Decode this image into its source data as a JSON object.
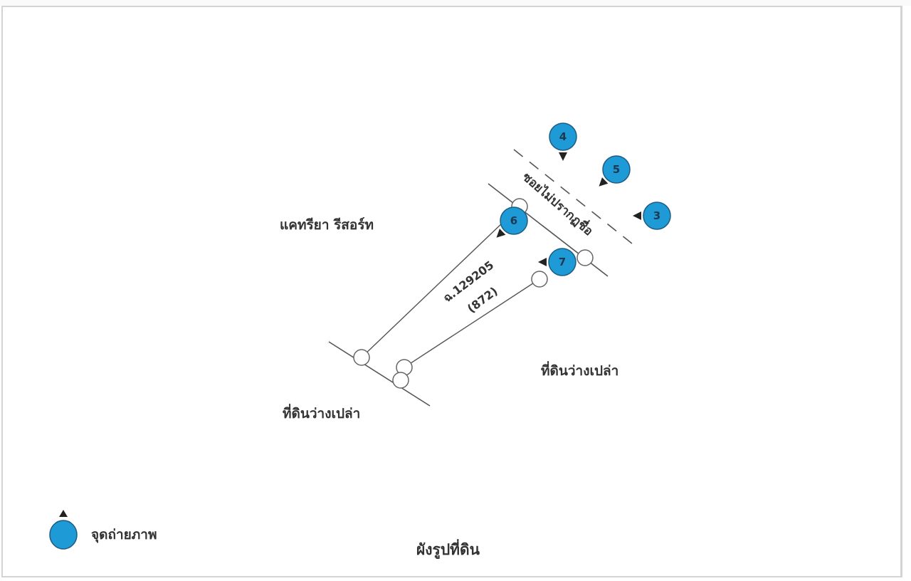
{
  "title": "ผังรูปที่ดิน",
  "labels": {
    "north_west": "แคทรียา รีสอร์ท",
    "south_west": "ที่ดินว่างเปล่า",
    "south_east": "ที่ดินว่างเปล่า",
    "road": "ซอยไม่ปรากฏชื่อ",
    "parcel_id": "ฉ.129205",
    "parcel_no": "(872)"
  },
  "legend": {
    "label": "จุดถ่ายภาพ",
    "icon": "photo-point-marker-icon"
  },
  "markers": [
    {
      "id": "3",
      "direction": "west"
    },
    {
      "id": "4",
      "direction": "south"
    },
    {
      "id": "5",
      "direction": "south-west"
    },
    {
      "id": "6",
      "direction": "south-west"
    },
    {
      "id": "7",
      "direction": "west"
    }
  ],
  "colors": {
    "marker_fill": "#1e9ad6",
    "marker_stroke": "#1f5d82",
    "line": "#555555",
    "text": "#333333",
    "frame": "#d4d4d4"
  }
}
